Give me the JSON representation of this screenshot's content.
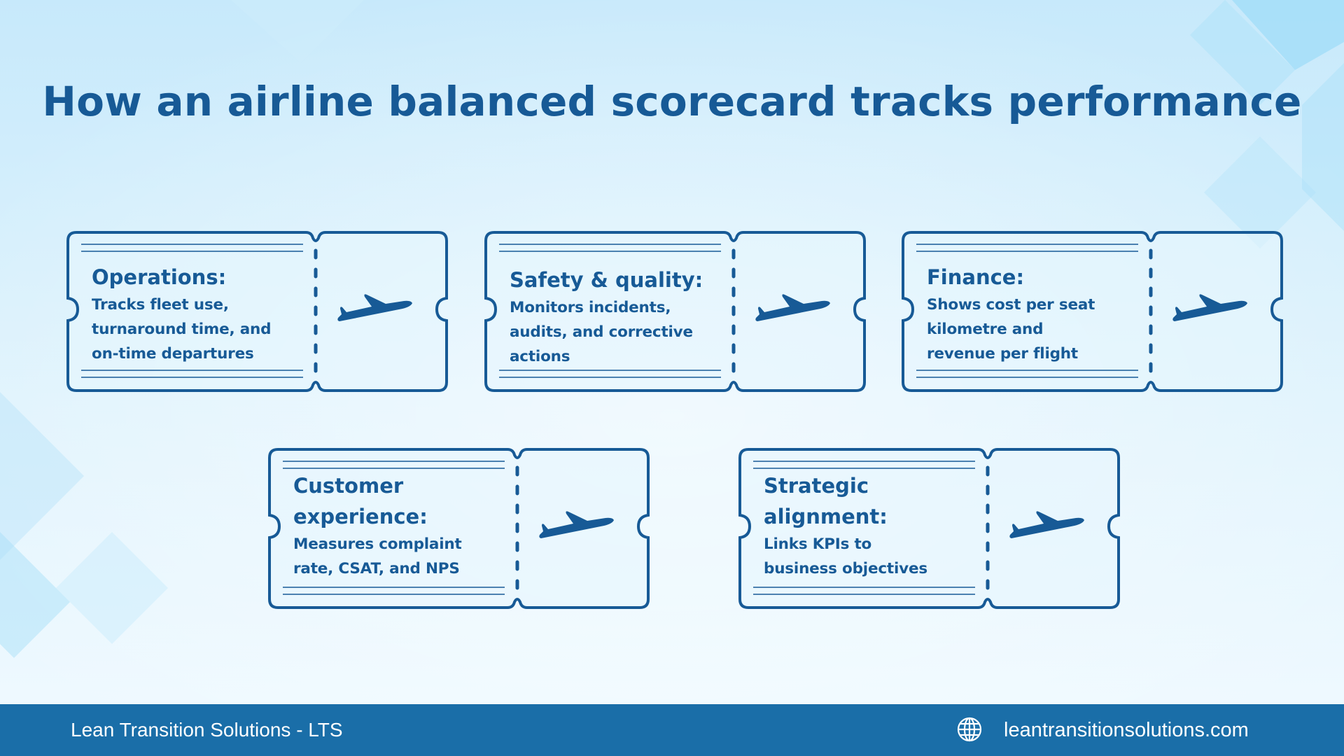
{
  "title": "How an airline balanced scorecard tracks performance",
  "colors": {
    "primary": "#175a96",
    "footer_bg": "#1a6ea8",
    "background_top": "#c7e9fb",
    "background_bottom": "#eef9ff",
    "card_fill": "#e6f5fd"
  },
  "cards": [
    {
      "heading": "Operations:",
      "body": [
        "Tracks fleet use,",
        "turnaround time, and",
        "on-time departures"
      ],
      "icon": "airplane-icon"
    },
    {
      "heading": "Safety & quality:",
      "body": [
        "Monitors incidents,",
        "audits, and corrective",
        "actions"
      ],
      "icon": "airplane-icon"
    },
    {
      "heading": "Finance:",
      "body": [
        "Shows cost per seat",
        "kilometre and",
        "revenue per flight"
      ],
      "icon": "airplane-icon"
    },
    {
      "heading": [
        "Customer",
        "experience:"
      ],
      "body": [
        "Measures complaint",
        "rate, CSAT, and NPS"
      ],
      "icon": "airplane-icon"
    },
    {
      "heading": [
        "Strategic",
        "alignment:"
      ],
      "body": [
        "Links KPIs to",
        "business objectives"
      ],
      "icon": "airplane-icon"
    }
  ],
  "footer": {
    "organization": "Lean Transition Solutions - LTS",
    "website_icon": "globe-icon",
    "website": "leantransitionsolutions.com"
  }
}
